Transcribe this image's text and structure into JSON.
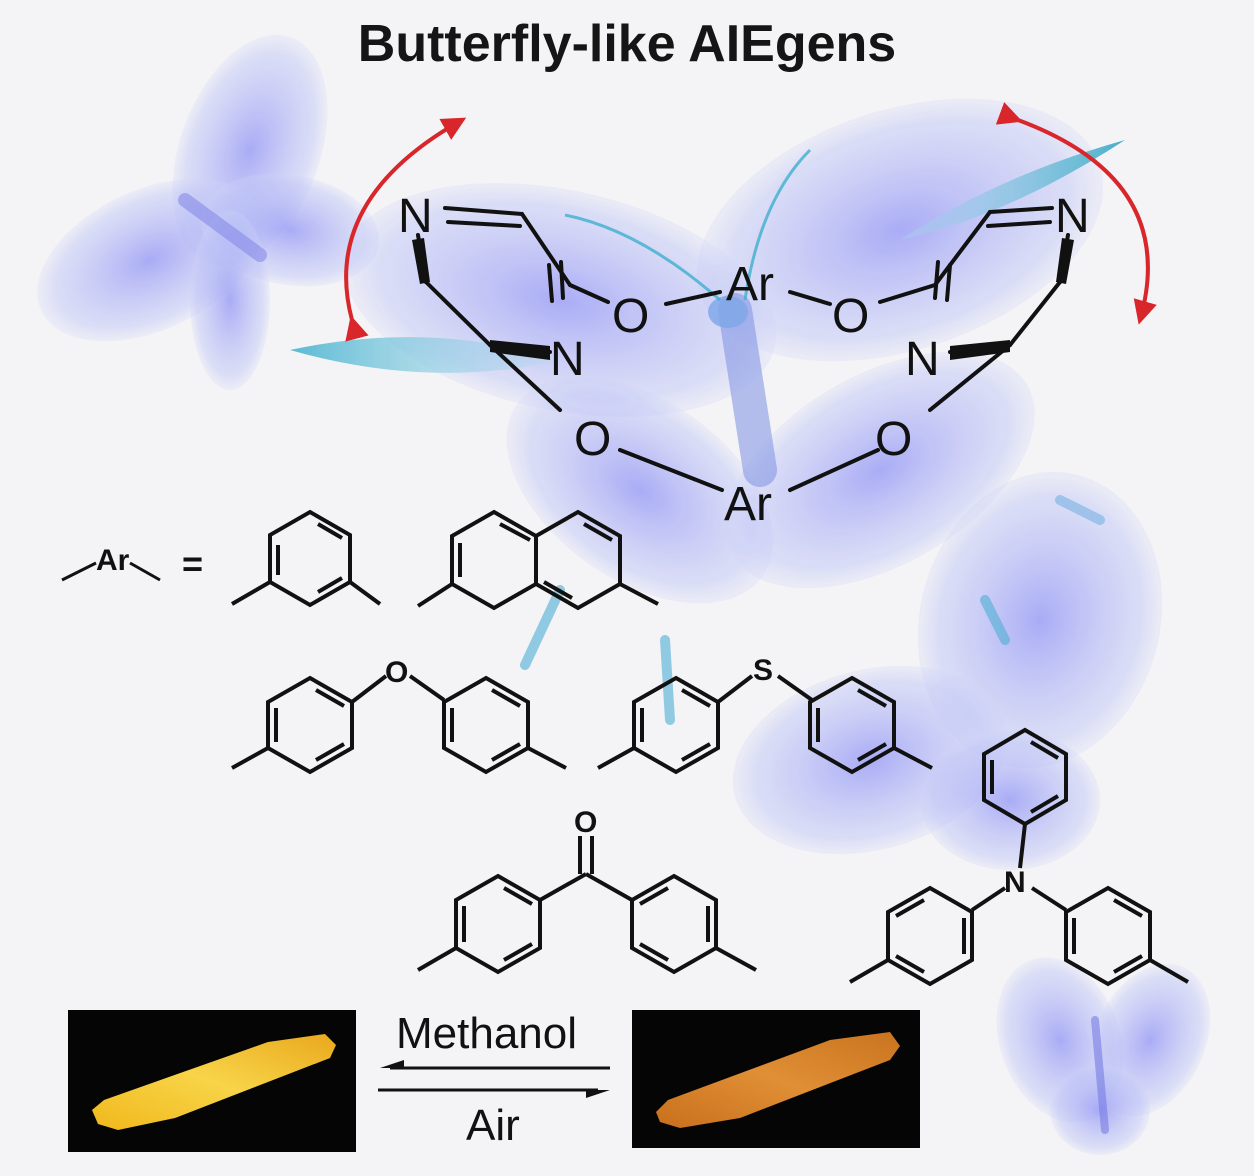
{
  "title": "Butterfly-like AIEgens",
  "atoms": {
    "N": "N",
    "O": "O",
    "Ar": "Ar",
    "S": "S"
  },
  "legend": {
    "ar_label": "Ar",
    "equals": "="
  },
  "switch": {
    "forward_label": "Methanol",
    "reverse_label": "Air"
  },
  "colors": {
    "arrows": "#d8262b",
    "crystal_left": "#f5c02a",
    "crystal_right": "#d9822b",
    "butterfly": "#7f8cf2",
    "butterfly_teal": "#2aa8c9"
  }
}
